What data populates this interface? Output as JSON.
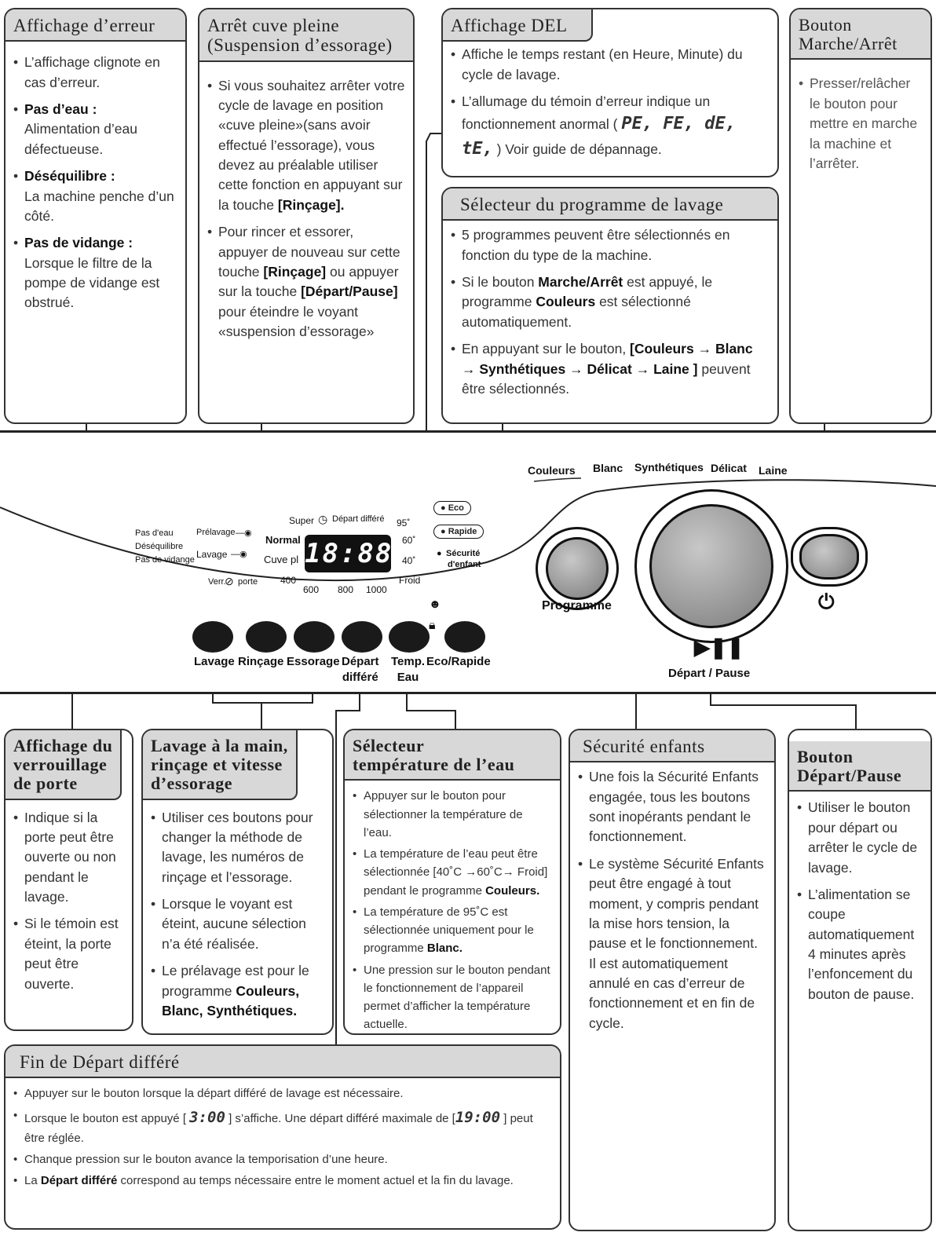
{
  "boxes": {
    "affichage_erreur": {
      "title": "Affichage d’erreur",
      "items": [
        "L’affichage clignote en cas d’erreur.",
        {
          "bold": "Pas d’eau :",
          "text": "Alimentation d’eau défectueuse."
        },
        {
          "bold": "Déséquilibre :",
          "text": "La machine penche d’un côté."
        },
        {
          "bold": "Pas de vidange :",
          "text": "Lorsque le filtre de la pompe de vidange est obstrué."
        }
      ]
    },
    "arret_cuve": {
      "title": "Arrêt cuve pleine\n(Suspension d’essorage)",
      "item1": "Si vous souhaitez arrêter votre cycle de lavage en position «cuve pleine»(sans avoir effectué l’essorage), vous devez au préalable utiliser cette fonction en appuyant sur la touche ",
      "item1_bold": "[Rinçage].",
      "item2_a": "Pour rincer et essorer, appuyer de nouveau sur cette touche ",
      "item2_bold1": "[Rinçage]",
      "item2_b": " ou appuyer sur la touche ",
      "item2_bold2": "[Départ/Pause]",
      "item2_c": " pour éteindre le voyant «suspension d’essorage»"
    },
    "affichage_del": {
      "title": "Affichage DEL",
      "item1": "Affiche le temps restant (en Heure, Minute) du cycle de lavage.",
      "item2_a": "L’allumage du témoin d’erreur indique un fonctionnement anormal (",
      "item2_codes": "PE, FE, dE, tE,",
      "item2_b": ") Voir guide de dépannage."
    },
    "bouton_marche": {
      "title": "Bouton\nMarche/Arrêt",
      "item1": "Presser/relâcher le bouton pour mettre en marche la machine et l’arrêter."
    },
    "selecteur_programme": {
      "title": "Sélecteur du programme de lavage",
      "item1": "5 programmes peuvent être sélectionnés en fonction du type de la machine.",
      "item2_a": "Si le bouton ",
      "item2_bold1": "Marche/Arrêt",
      "item2_b": " est appuyé, le programme ",
      "item2_bold2": "Couleurs",
      "item2_c": " est sélectionné automatiquement.",
      "item3_a": "En appuyant sur le bouton, ",
      "item3_bold": "[Couleurs → Blanc → Synthétiques → Délicat → Laine ]",
      "item3_b": " peuvent être sélectionnés."
    },
    "verrouillage": {
      "title": "Affichage du\nverrouillage\nde porte",
      "item1": "Indique si la porte peut être ouverte ou non pendant le lavage.",
      "item2": "Si le témoin est éteint, la porte peut être ouverte."
    },
    "lavage_main": {
      "title": "Lavage à la main,\nrinçage et vitesse\nd’essorage",
      "item1": "Utiliser ces boutons pour changer la méthode de lavage, les numéros de rinçage et l’essorage.",
      "item2": "Lorsque le voyant est éteint, aucune sélection n’a été réalisée.",
      "item3_a": "Le prélavage est pour le programme ",
      "item3_bold": "Couleurs, Blanc, Synthétiques."
    },
    "selecteur_temp": {
      "title": "Sélecteur\ntempérature de l’eau",
      "item1": "Appuyer sur le bouton pour sélectionner la température de l’eau.",
      "item2_a": "La température de l’eau peut être sélectionnée [40˚C →60˚C→ Froid] pendant le programme ",
      "item2_bold": "Couleurs.",
      "item3_a": "La température de 95˚C est sélectionnée uniquement pour le programme ",
      "item3_bold": "Blanc.",
      "item4": "Une pression sur le bouton pendant le fonctionnement de l’appareil permet d’afficher la température actuelle."
    },
    "securite": {
      "title": "Sécurité enfants",
      "item1": "Une fois la Sécurité Enfants engagée, tous les boutons sont inopérants pendant le fonctionnement.",
      "item2": "Le système Sécurité Enfants peut être engagé à tout moment, y compris pendant la mise hors tension, la pause et le fonctionnement.",
      "item2_b": "Il est automatiquement annulé en cas d’erreur de fonctionnement et en fin de cycle."
    },
    "bouton_depart": {
      "title": "Bouton\nDépart/Pause",
      "item1": "Utiliser le bouton pour départ ou arrêter le cycle de lavage.",
      "item2": "L’alimentation se coupe automatiquement",
      "item2_b": "4 minutes après l’enfoncement du bouton de pause."
    },
    "fin_depart": {
      "title": "Fin de Départ différé",
      "item1": "Appuyer sur le bouton lorsque la départ différé de lavage est nécessaire.",
      "item2_a": "Lorsque le bouton est appuyé [ ",
      "item2_code": "3:00",
      "item2_b": " ] s’affiche. Une départ différé maximale de [",
      "item2_code2": "19:00",
      "item2_c": " ] peut être réglée.",
      "item3": "Chanque pression sur le bouton avance la temporisation d’une heure.",
      "item4_a": "La ",
      "item4_bold": "Départ différé",
      "item4_b": " correspond au temps nécessaire entre le moment actuel et la fin du lavage."
    }
  },
  "panel": {
    "programs": [
      "Couleurs",
      "Blanc",
      "Synthétiques",
      "Délicat",
      "Laine"
    ],
    "left_labels": [
      "Pas d'eau",
      "Déséquilibre",
      "Pas de vidange"
    ],
    "prelavage": "Prélavage",
    "lavage": "Lavage",
    "super": "Super",
    "depart_differe": "Départ différé",
    "normal": "Normal",
    "cuve": "Cuve pl",
    "verr": "Verr.",
    "porte": "porte",
    "lcd": "18:88",
    "temps": [
      "95˚",
      "60˚",
      "40˚",
      "Froid"
    ],
    "speeds": [
      "400",
      "600",
      "800",
      "1000"
    ],
    "eco": "Eco",
    "rapide": "Rapide",
    "securite": "Sécurité",
    "denfant": "d'enfant",
    "programme": "Programme",
    "depart_pause": "Départ / Pause",
    "buttons": [
      "Lavage",
      "Rinçage",
      "Essorage",
      "Départ\ndifféré",
      "Temp.\nEau",
      "Eco/Rapide"
    ]
  }
}
